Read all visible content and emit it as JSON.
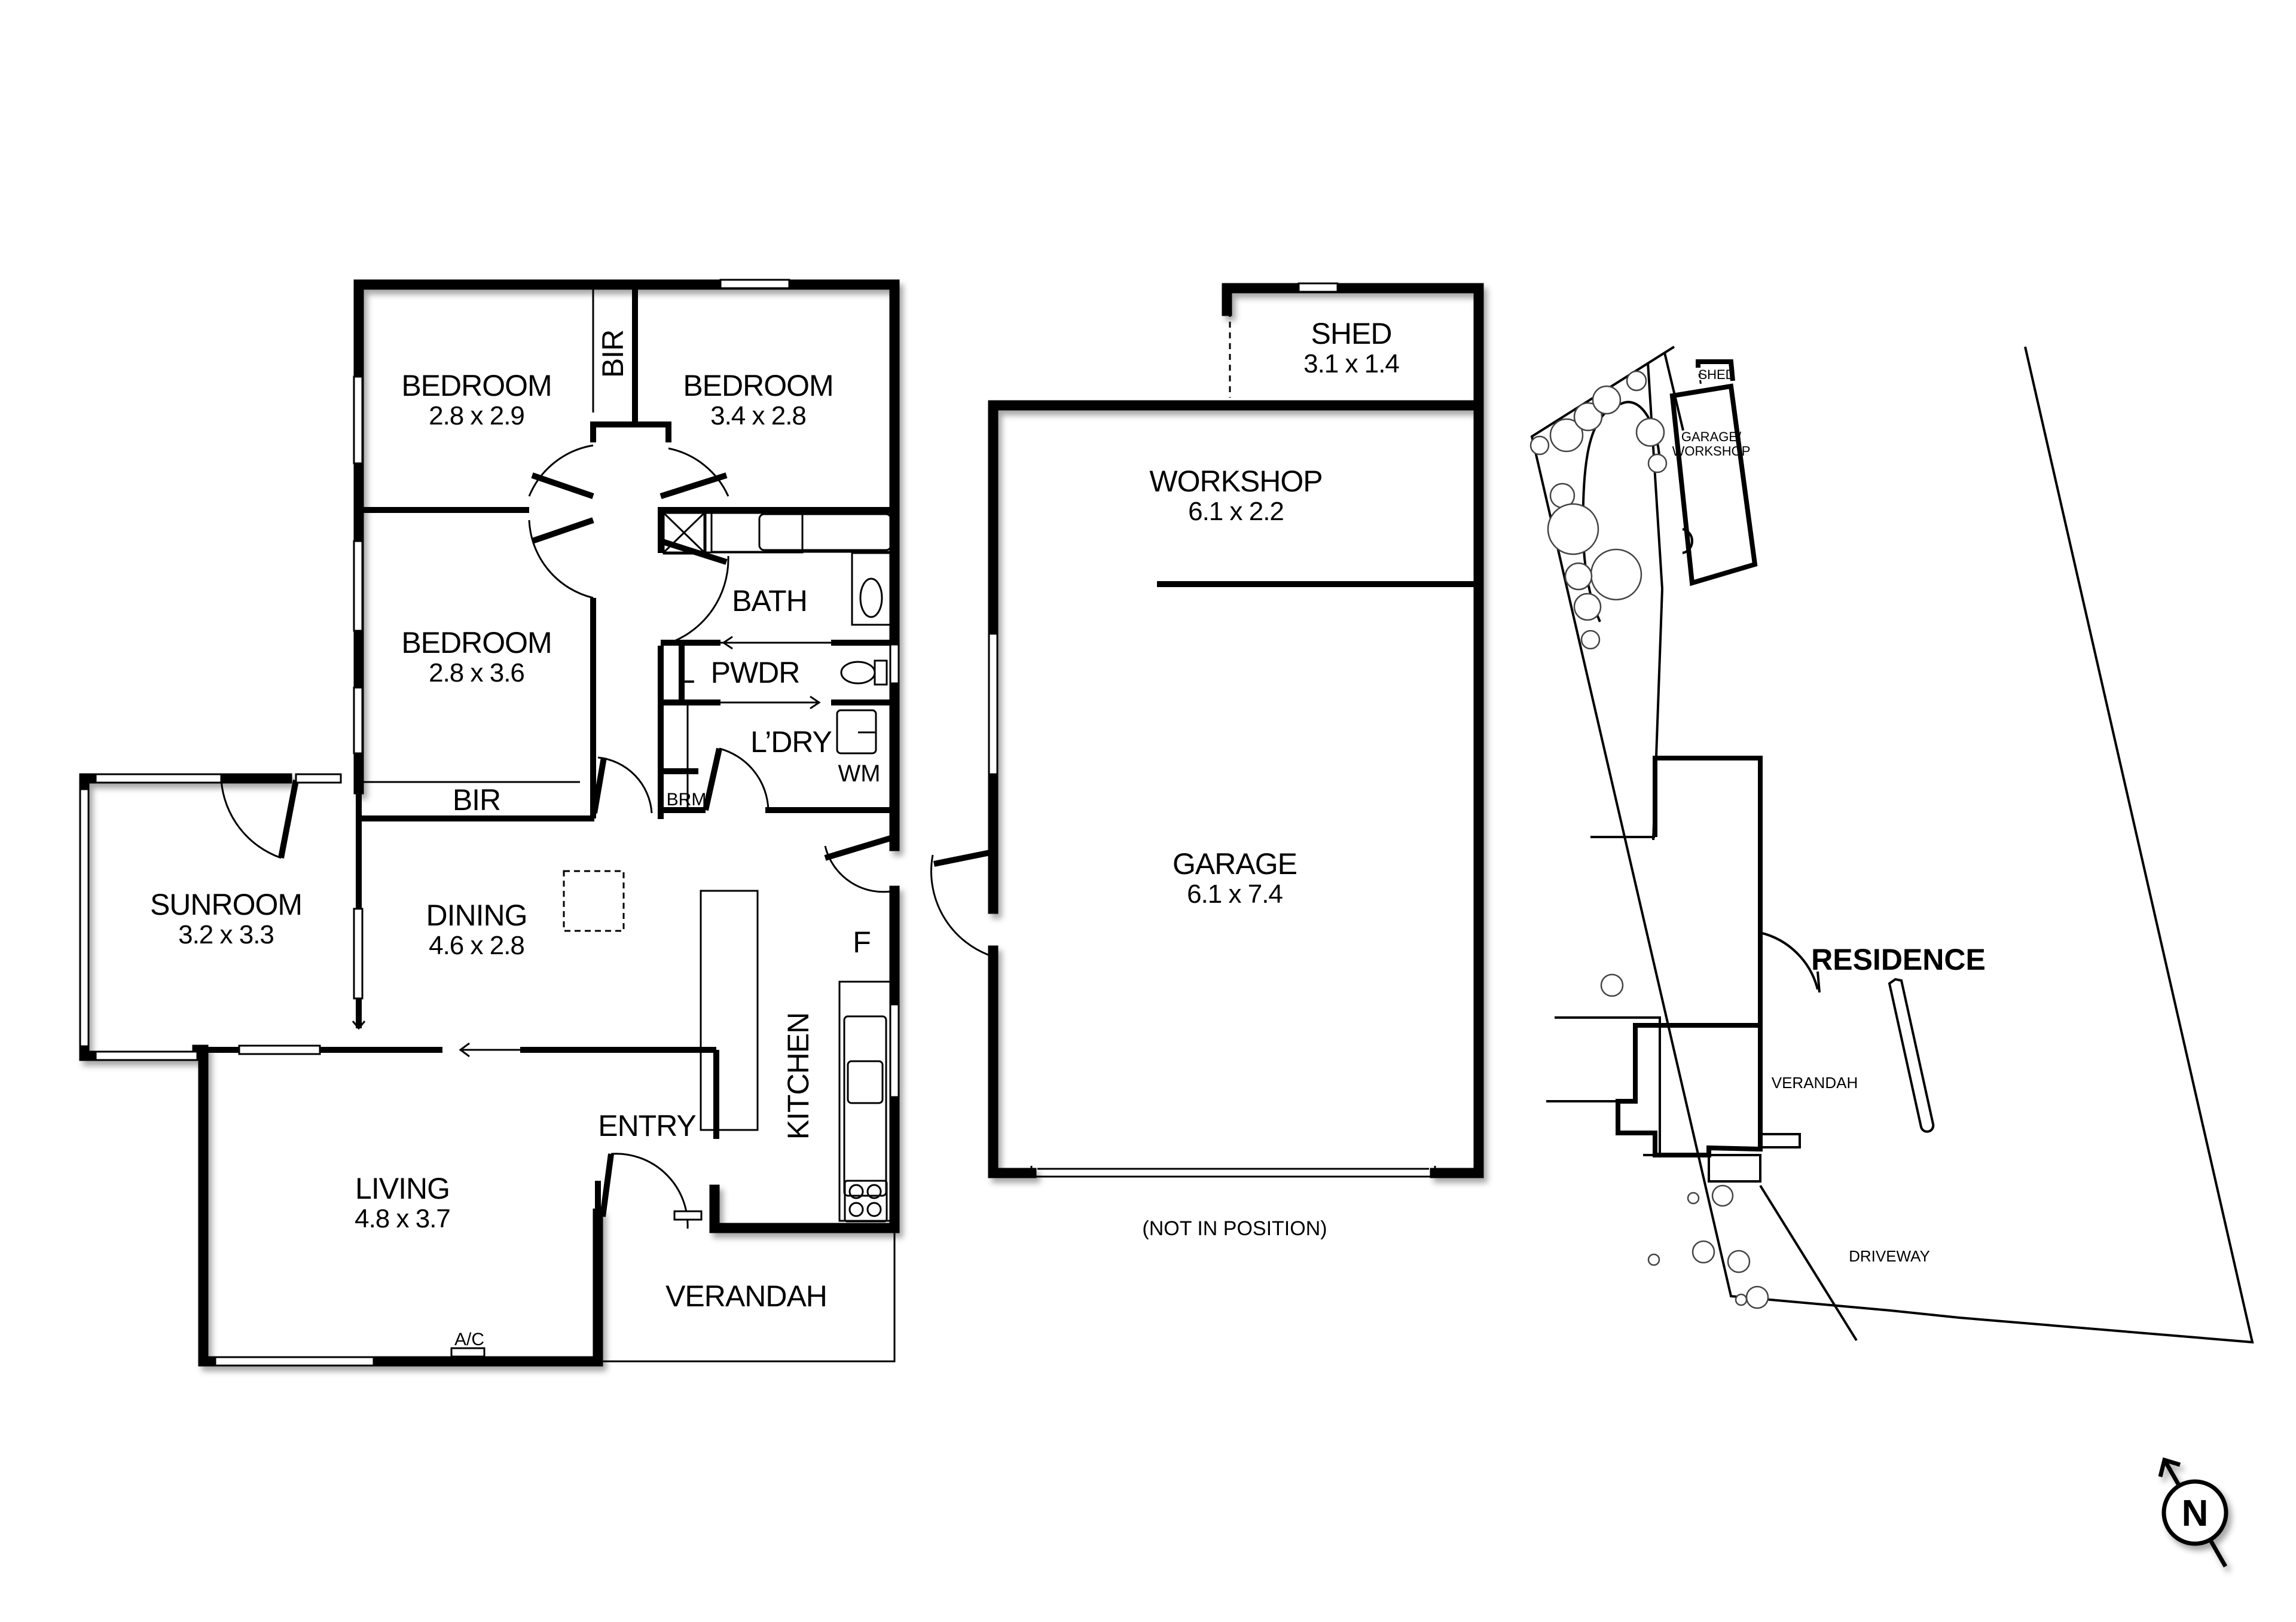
{
  "floor_plan": {
    "rooms": [
      {
        "id": "bedroom1",
        "name": "BEDROOM",
        "dims": "2.8 x 2.9"
      },
      {
        "id": "bedroom2",
        "name": "BEDROOM",
        "dims": "3.4 x 2.8"
      },
      {
        "id": "bedroom3",
        "name": "BEDROOM",
        "dims": "2.8 x 3.6"
      },
      {
        "id": "bir_top",
        "name": "BIR"
      },
      {
        "id": "bir_lower",
        "name": "BIR"
      },
      {
        "id": "bath",
        "name": "BATH"
      },
      {
        "id": "linen",
        "name": "L"
      },
      {
        "id": "pwdr",
        "name": "PWDR"
      },
      {
        "id": "laundry",
        "name": "L’DRY"
      },
      {
        "id": "wm",
        "name": "WM"
      },
      {
        "id": "brm",
        "name": "BRM"
      },
      {
        "id": "sunroom",
        "name": "SUNROOM",
        "dims": "3.2 x 3.3"
      },
      {
        "id": "dining",
        "name": "DINING",
        "dims": "4.6 x 2.8"
      },
      {
        "id": "fridge",
        "name": "F"
      },
      {
        "id": "kitchen",
        "name": "KITCHEN"
      },
      {
        "id": "entry",
        "name": "ENTRY"
      },
      {
        "id": "living",
        "name": "LIVING",
        "dims": "4.8 x 3.7"
      },
      {
        "id": "ac",
        "name": "A/C"
      },
      {
        "id": "verandah",
        "name": "VERANDAH"
      }
    ]
  },
  "outbuilding": {
    "rooms": [
      {
        "id": "shed",
        "name": "SHED",
        "dims": "3.1 x 1.4"
      },
      {
        "id": "workshop",
        "name": "WORKSHOP",
        "dims": "6.1 x 2.2"
      },
      {
        "id": "garage",
        "name": "GARAGE",
        "dims": "6.1 x 7.4"
      }
    ],
    "note": "(NOT IN POSITION)"
  },
  "site_plan": {
    "labels": {
      "shed": "SHED",
      "garage_workshop_1": "GARAGE/",
      "garage_workshop_2": "WORKSHOP",
      "residence": "RESIDENCE",
      "verandah": "VERANDAH",
      "driveway": "DRIVEWAY"
    }
  },
  "compass": {
    "label": "N"
  }
}
